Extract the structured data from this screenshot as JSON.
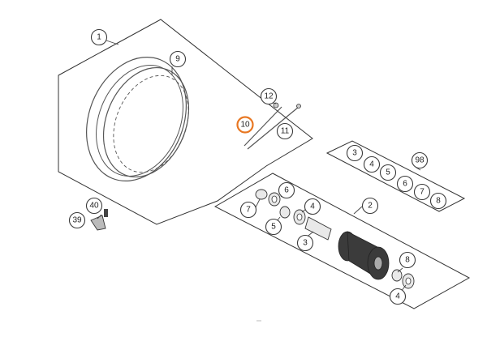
{
  "diagram": {
    "highlight_color": "#e87722",
    "callouts": [
      {
        "id": "c1",
        "label": "1"
      },
      {
        "id": "c9",
        "label": "9"
      },
      {
        "id": "c12",
        "label": "12"
      },
      {
        "id": "c10",
        "label": "10",
        "highlight": true
      },
      {
        "id": "c11",
        "label": "11"
      },
      {
        "id": "c40",
        "label": "40"
      },
      {
        "id": "c39",
        "label": "39"
      },
      {
        "id": "c2",
        "label": "2"
      },
      {
        "id": "c6",
        "label": "6"
      },
      {
        "id": "c4a",
        "label": "4"
      },
      {
        "id": "c7",
        "label": "7"
      },
      {
        "id": "c5",
        "label": "5"
      },
      {
        "id": "c3",
        "label": "3"
      },
      {
        "id": "c8a",
        "label": "8"
      },
      {
        "id": "c4b",
        "label": "4"
      },
      {
        "id": "k3",
        "label": "3"
      },
      {
        "id": "k4",
        "label": "4"
      },
      {
        "id": "k5",
        "label": "5"
      },
      {
        "id": "k6",
        "label": "6"
      },
      {
        "id": "k7",
        "label": "7"
      },
      {
        "id": "k8",
        "label": "8"
      },
      {
        "id": "k98",
        "label": "98"
      }
    ]
  }
}
